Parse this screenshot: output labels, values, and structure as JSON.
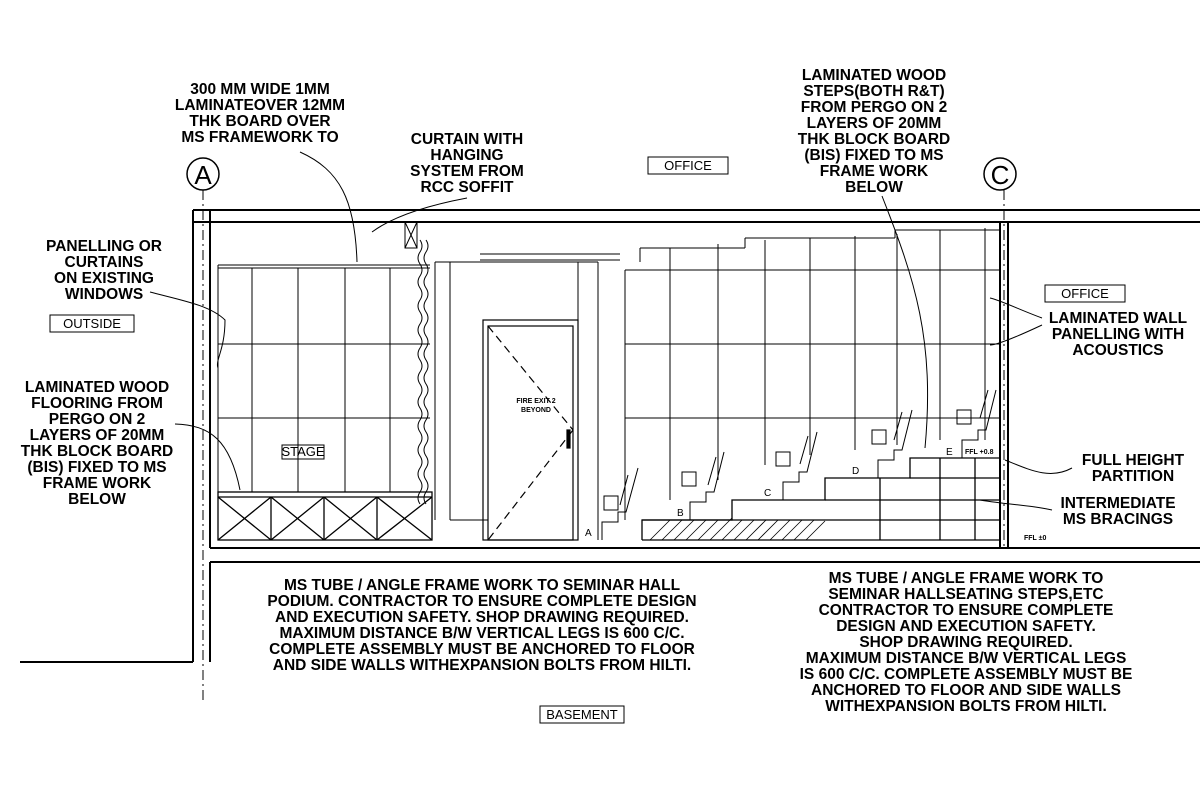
{
  "grid_markers": {
    "a": "A",
    "c": "C"
  },
  "room_labels": {
    "office_top": "OFFICE",
    "office_right": "OFFICE",
    "outside": "OUTSIDE",
    "stage": "STAGE",
    "basement": "BASEMENT"
  },
  "door": {
    "line1": "FIRE EXIT 2",
    "line2": "BEYOND"
  },
  "levels": {
    "top": "FFL +0.8",
    "floor": "FFL ±0"
  },
  "step_labels": [
    "A",
    "B",
    "C",
    "D",
    "E"
  ],
  "notes": {
    "laminate_board": [
      "300 MM WIDE 1MM",
      "LAMINATEOVER 12MM",
      "THK BOARD OVER",
      "MS FRAMEWORK TO"
    ],
    "curtain": [
      "CURTAIN WITH",
      "HANGING",
      "SYSTEM FROM",
      "RCC SOFFIT"
    ],
    "panelling": [
      "PANELLING OR",
      "CURTAINS",
      "ON EXISTING",
      "WINDOWS"
    ],
    "flooring": [
      "LAMINATED WOOD",
      "FLOORING FROM",
      "PERGO ON 2",
      "LAYERS OF 20MM",
      "THK BLOCK BOARD",
      "(BIS) FIXED TO MS",
      "FRAME  WORK",
      "BELOW"
    ],
    "steps": [
      "LAMINATED WOOD",
      "STEPS(BOTH R&T)",
      "FROM PERGO ON 2",
      "LAYERS OF 20MM",
      "THK BLOCK BOARD",
      "(BIS) FIXED TO MS",
      "FRAME  WORK",
      "BELOW"
    ],
    "wall_panelling": [
      "LAMINATED WALL",
      "PANELLING WITH",
      "ACOUSTICS"
    ],
    "partition": [
      "FULL HEIGHT",
      "PARTITION"
    ],
    "bracings": [
      "INTERMEDIATE",
      "MS BRACINGS"
    ],
    "podium": [
      "MS TUBE / ANGLE FRAME WORK TO SEMINAR HALL",
      "PODIUM. CONTRACTOR TO ENSURE COMPLETE DESIGN",
      "AND EXECUTION SAFETY. SHOP DRAWING REQUIRED.",
      "MAXIMUM DISTANCE B/W  VERTICAL LEGS IS 600 C/C.",
      "COMPLETE ASSEMBLY MUST BE ANCHORED TO FLOOR",
      "AND SIDE WALLS WITHEXPANSION BOLTS FROM HILTI."
    ],
    "seating": [
      "MS TUBE / ANGLE FRAME WORK TO",
      "SEMINAR HALLSEATING STEPS,ETC",
      "CONTRACTOR TO ENSURE COMPLETE",
      "DESIGN AND EXECUTION SAFETY.",
      "SHOP DRAWING REQUIRED.",
      "MAXIMUM DISTANCE B/W  VERTICAL LEGS",
      "IS 600 C/C. COMPLETE ASSEMBLY MUST BE",
      "ANCHORED TO FLOOR AND SIDE WALLS",
      "WITHEXPANSION BOLTS FROM HILTI."
    ]
  }
}
